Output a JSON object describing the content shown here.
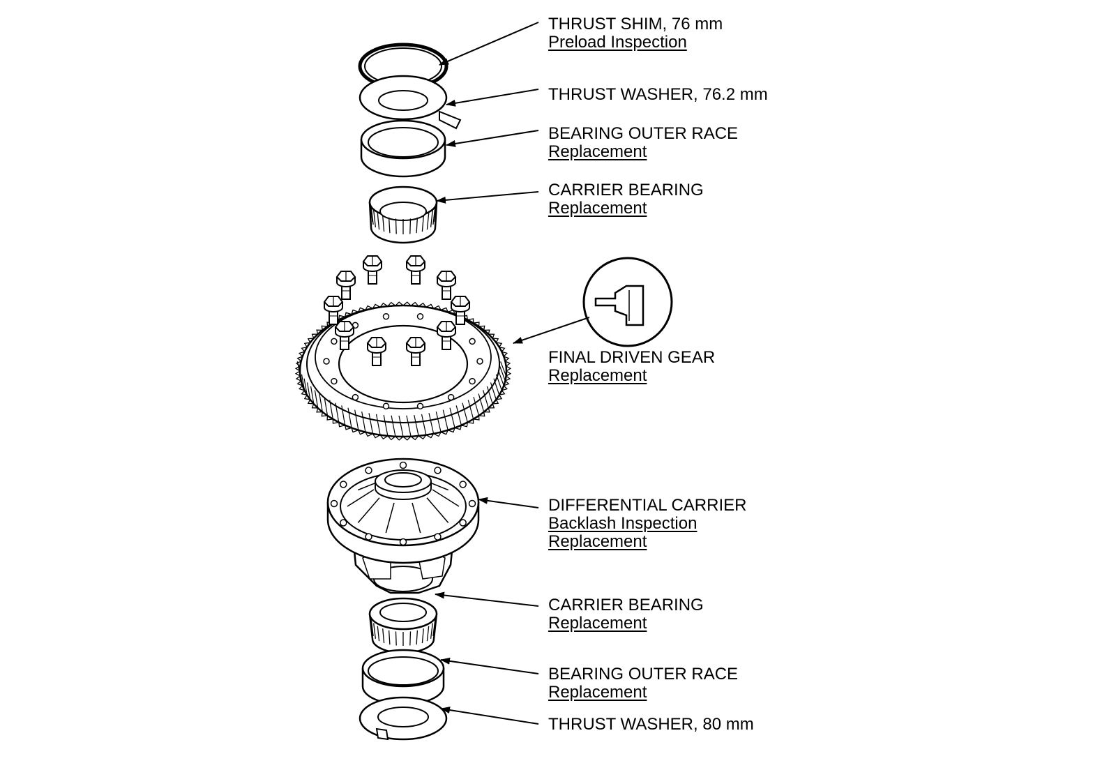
{
  "colors": {
    "line": "#000000",
    "background": "#ffffff"
  },
  "labels": {
    "thrust_shim": {
      "title": "THRUST SHIM, 76 mm",
      "subs": [
        "Preload Inspection"
      ]
    },
    "thrust_washer_top": {
      "title": "THRUST WASHER, 76.2 mm",
      "subs": []
    },
    "outer_race_top": {
      "title": "BEARING OUTER RACE",
      "subs": [
        "Replacement"
      ]
    },
    "carrier_bearing_top": {
      "title": "CARRIER BEARING",
      "subs": [
        "Replacement"
      ]
    },
    "final_driven_gear": {
      "title": "FINAL DRIVEN GEAR",
      "subs": [
        "Replacement"
      ]
    },
    "differential_carrier": {
      "title": "DIFFERENTIAL CARRIER",
      "subs": [
        "Backlash Inspection",
        "Replacement"
      ]
    },
    "carrier_bearing_bottom": {
      "title": "CARRIER BEARING",
      "subs": [
        "Replacement"
      ]
    },
    "outer_race_bottom": {
      "title": "BEARING OUTER RACE",
      "subs": [
        "Replacement"
      ]
    },
    "thrust_washer_bottom": {
      "title": "THRUST WASHER, 80 mm",
      "subs": []
    }
  }
}
